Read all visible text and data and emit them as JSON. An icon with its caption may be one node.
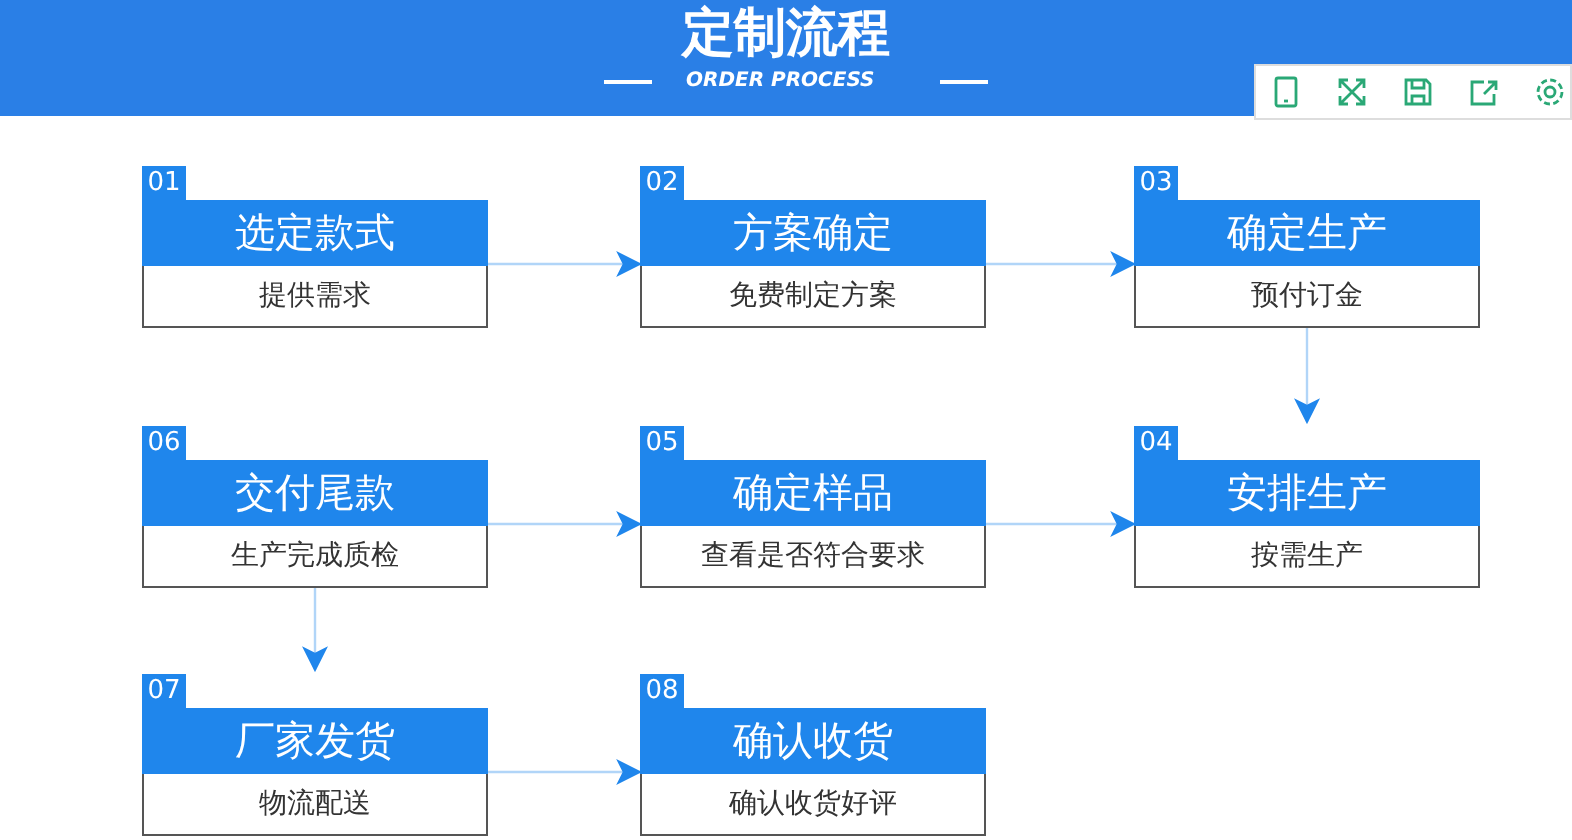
{
  "diagram": {
    "title": "定制流程",
    "nodes": [
      {
        "text": [
          "选定款式",
          "提供需求"
        ],
        "beside": [
          "01"
        ]
      },
      {
        "text": [
          "方案确定",
          "免费制定方案"
        ],
        "beside": [
          "02"
        ]
      },
      {
        "text": [
          "确定生产",
          "预付订金"
        ],
        "beside": [
          "03"
        ]
      },
      {
        "text": [
          "安排生产",
          "按需生产"
        ],
        "beside": [
          "04"
        ]
      },
      {
        "text": [
          "确定样品",
          "查看是否符合要求"
        ],
        "beside": [
          "05"
        ]
      },
      {
        "text": [
          "交付尾款",
          "生产完成质检"
        ],
        "beside": [
          "06"
        ]
      },
      {
        "text": [
          "厂家发货",
          "物流配送"
        ],
        "beside": [
          "07"
        ]
      },
      {
        "text": [
          "确认收货",
          "确认收货好评"
        ],
        "beside": [
          "08"
        ]
      }
    ],
    "edges": [
      {
        "from": 0,
        "to": 1,
        "arrow": "to"
      },
      {
        "from": 1,
        "to": 2,
        "arrow": "to"
      },
      {
        "from": 2,
        "to": 3,
        "arrow": "to"
      },
      {
        "from": 5,
        "to": 4,
        "arrow": "to"
      },
      {
        "from": 4,
        "to": 3,
        "arrow": "to"
      },
      {
        "from": 5,
        "to": 6,
        "arrow": "to"
      },
      {
        "from": 6,
        "to": 7,
        "arrow": "to"
      }
    ],
    "labels": [
      "ORDER PROCESS"
    ]
  }
}
